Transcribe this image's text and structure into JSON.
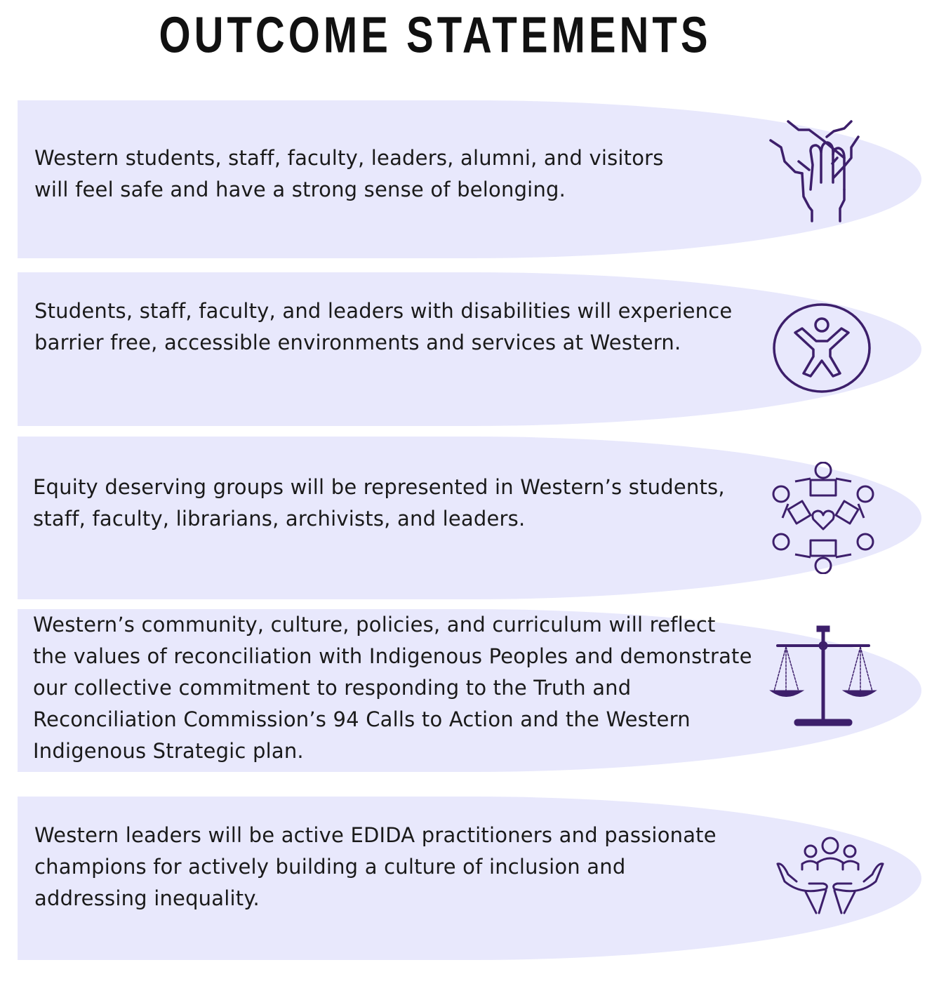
{
  "title": "OUTCOME STATEMENTS",
  "colors": {
    "card_bg": "#e8e8fc",
    "icon": "#3d1f6b"
  },
  "statements": [
    {
      "text": "Western students, staff, faculty, leaders, alumni, and visitors will feel safe and have a strong sense of belonging.",
      "icon": "hands-together-icon"
    },
    {
      "text": "Students, staff, faculty, and leaders with disabilities will experience barrier free, accessible environments and services at Western.",
      "icon": "accessibility-icon"
    },
    {
      "text": "Equity deserving groups will be represented in Western’s students, staff, faculty, librarians, archivists, and leaders.",
      "icon": "community-circle-heart-icon"
    },
    {
      "text": "Western’s community, culture, policies, and curriculum will reflect the values of reconciliation with Indigenous Peoples and demonstrate our collective commitment to responding to the Truth and Reconciliation Commission’s 94 Calls to Action and the Western Indigenous Strategic plan.",
      "icon": "scales-of-justice-icon"
    },
    {
      "text": "Western leaders will be active EDIDA practitioners and passionate champions for actively building a culture of inclusion and addressing inequality.",
      "icon": "hands-holding-people-icon"
    }
  ]
}
